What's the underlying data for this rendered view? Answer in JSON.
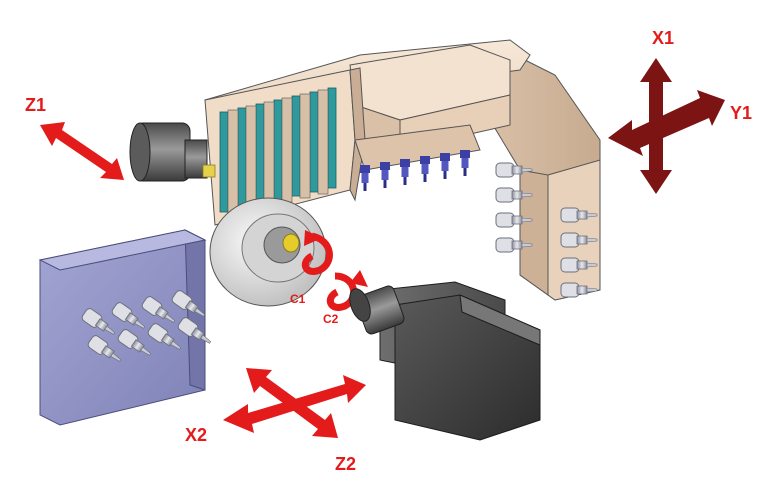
{
  "labels": {
    "x1": "X1",
    "y1": "Y1",
    "z1": "Z1",
    "x2": "X2",
    "z2": "Z2",
    "c1": "C1",
    "c2": "C2"
  },
  "colors": {
    "arrow_red": "#e31b1b",
    "arrow_dark_red": "#7d1414",
    "beige": "#f1dcc6",
    "dark_gray": "#3a3a3a",
    "slate_block": "#8d8fc0",
    "teal_tool": "#2f9a9e",
    "blue_tool": "#3c3fa3"
  },
  "icons": [
    "cylinder-spindle-icon",
    "turret-icon",
    "tool-holder-icon"
  ]
}
